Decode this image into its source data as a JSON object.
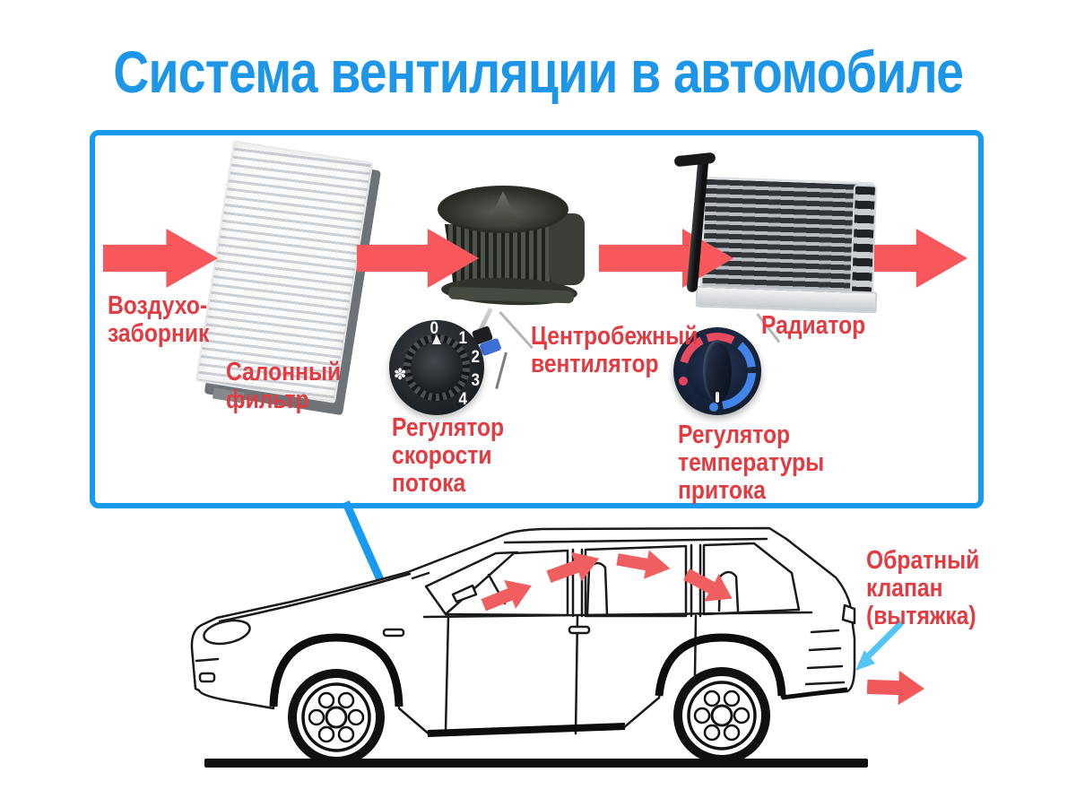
{
  "title": "Система вентиляции в автомобиле",
  "panel": {
    "labels": {
      "air_intake": "Воздухо-\nзаборник",
      "cabin_filter": "Салонный\nфильтр",
      "flow_speed_regulator": "Регулятор\nскорости\nпотока",
      "centrifugal_fan": "Центробежный\nвентилятор",
      "radiator": "Радиатор",
      "inflow_temp_regulator": "Регулятор\nтемпературы\nпритока"
    },
    "speed_knob": {
      "positions": [
        "0",
        "1",
        "2",
        "3",
        "4"
      ]
    }
  },
  "car": {
    "check_valve_label": "Обратный\nклапан\n(вытяжка)"
  },
  "icons": {
    "fan_glyph": "✽"
  },
  "colors": {
    "title_blue": "#1e96e8",
    "box_border_blue": "#189af0",
    "flow_arrow_red": "#f8585c",
    "label_red": "#e23b41",
    "sketch_arrow_blue": "#54c5f4",
    "temp_hot_red": "#e84a5f",
    "temp_cold_blue": "#4285ea"
  }
}
